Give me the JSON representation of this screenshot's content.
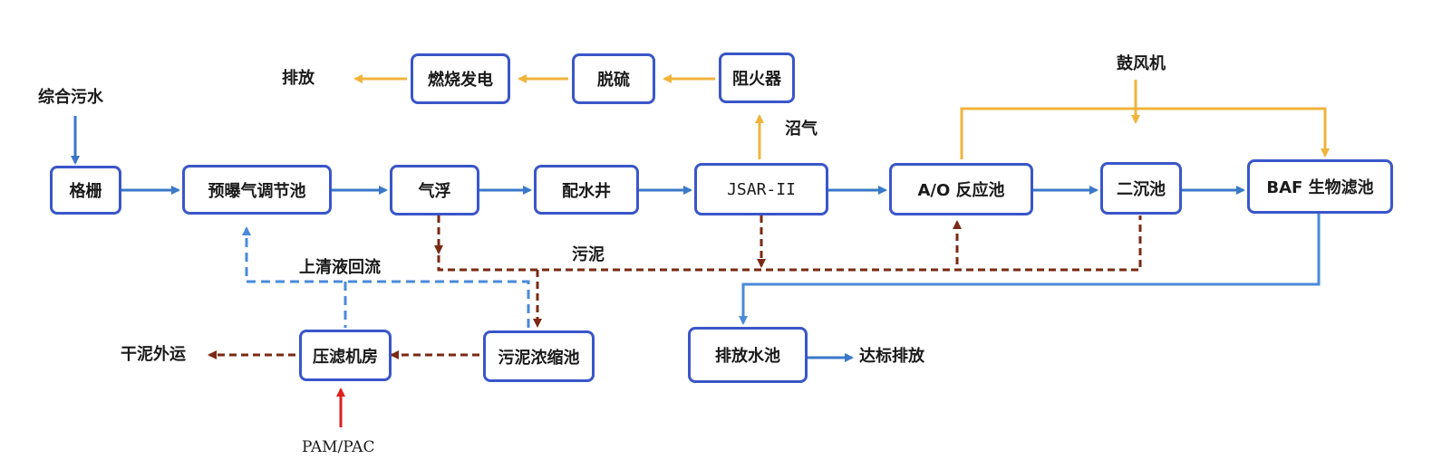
{
  "nodes": {
    "grille": "格栅",
    "pre_aeration_tank": "预曝气调节池",
    "air_flotation": "气浮",
    "distribution_well": "配水井",
    "jsar": "JSAR-II",
    "ao_tank": "A/O 反应池",
    "secondary_clarifier": "二沉池",
    "baf_tank": "BAF 生物滤池",
    "flame_arrester": "阻火器",
    "desulfurization": "脱硫",
    "power_generation": "燃烧发电",
    "sludge_thickener": "污泥浓缩池",
    "filter_press_room": "压滤机房",
    "discharge_tank": "排放水池"
  },
  "labels": {
    "influent": "综合污水",
    "exhaust": "排放",
    "biogas": "沼气",
    "blower": "鼓风机",
    "sludge": "污泥",
    "supernatant_return": "上清液回流",
    "dry_sludge": "干泥外运",
    "chemicals": "PAM/PAC",
    "compliant_discharge": "达标排放"
  },
  "colors": {
    "water_flow": "#3a78c8",
    "box_border": "#3a56c8",
    "gas_flow": "#f0b43c",
    "sludge_flow": "#7a2a14",
    "return_flow": "#4a8ad8",
    "chemical_flow": "#e02020"
  }
}
